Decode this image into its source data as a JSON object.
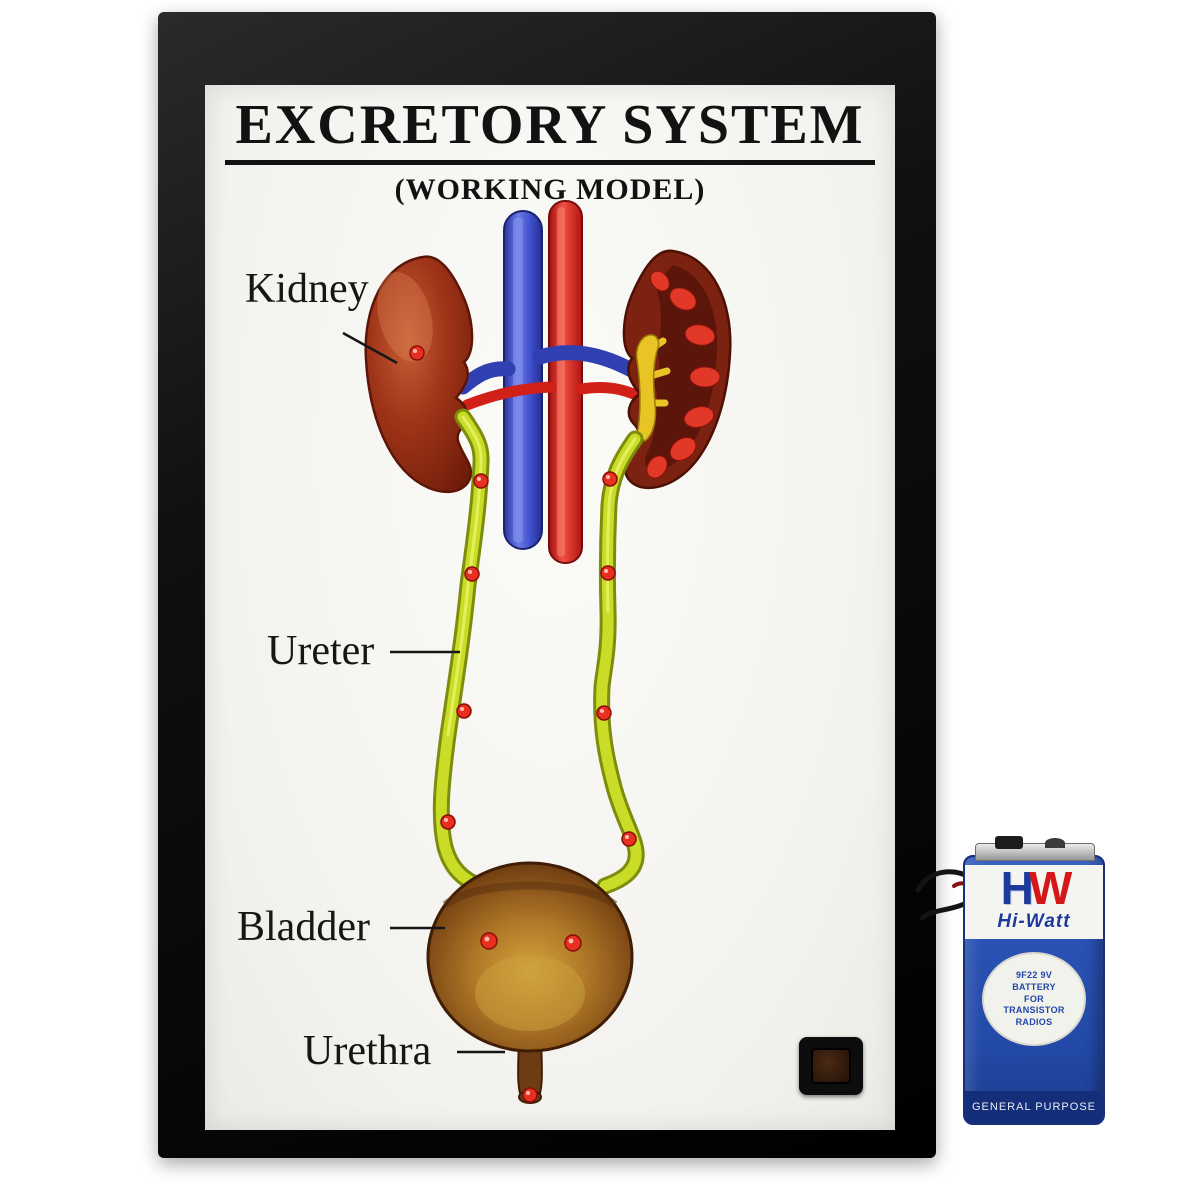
{
  "poster": {
    "title": "EXCRETORY SYSTEM",
    "subtitle": "(WORKING MODEL)",
    "labels": {
      "kidney": "Kidney",
      "ureter": "Ureter",
      "bladder": "Bladder",
      "urethra": "Urethra"
    }
  },
  "battery": {
    "brand_h": "H",
    "brand_w": "W",
    "brand_name": "Hi-Watt",
    "label_lines": [
      "9F22 9V",
      "BATTERY",
      "FOR",
      "TRANSISTOR",
      "RADIOS"
    ],
    "footer": "GENERAL PURPOSE"
  },
  "colors": {
    "board_black": "#0d0d0d",
    "ureter_yellow": "#c8dc28",
    "kidney_brown": "#a03418",
    "vessel_blue": "#4252d0",
    "vessel_red": "#d42020",
    "led_red": "#e83020",
    "bladder_brown": "#8a5618",
    "battery_blue": "#2a52b4"
  }
}
